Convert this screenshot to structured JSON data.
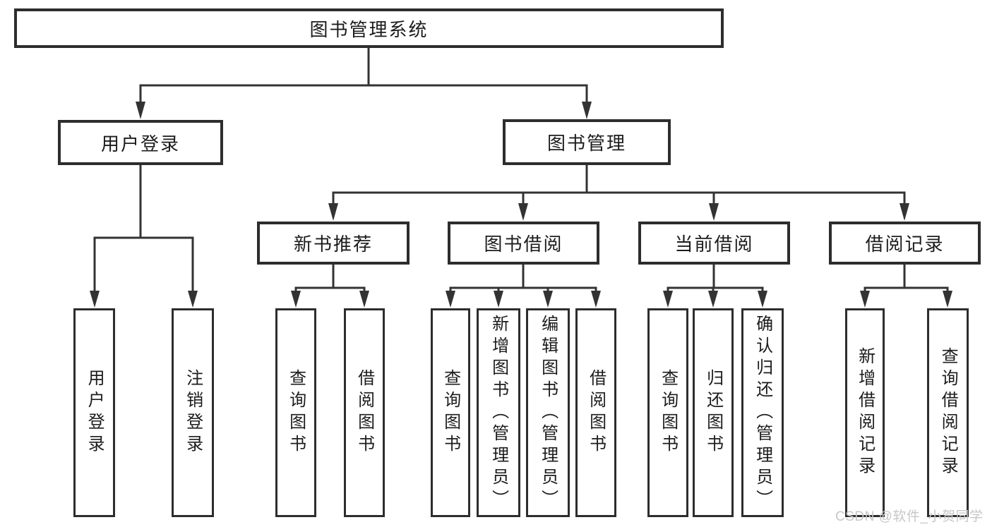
{
  "diagram": {
    "tree": {
      "label": "图书管理系统",
      "children": [
        {
          "label": "用户登录",
          "children": [
            {
              "label": "用户登录"
            },
            {
              "label": "注销登录"
            }
          ]
        },
        {
          "label": "图书管理",
          "children": [
            {
              "label": "新书推荐",
              "children": [
                {
                  "label": "查询图书"
                },
                {
                  "label": "借阅图书"
                }
              ]
            },
            {
              "label": "图书借阅",
              "children": [
                {
                  "label": "查询图书"
                },
                {
                  "label": "新增图书（管理员）"
                },
                {
                  "label": "编辑图书（管理员）"
                },
                {
                  "label": "借阅图书"
                }
              ]
            },
            {
              "label": "当前借阅",
              "children": [
                {
                  "label": "查询图书"
                },
                {
                  "label": "归还图书"
                },
                {
                  "label": "确认归还（管理员）"
                }
              ]
            },
            {
              "label": "借阅记录",
              "children": [
                {
                  "label": "新增借阅记录"
                },
                {
                  "label": "查询借阅记录"
                }
              ]
            }
          ]
        }
      ]
    },
    "colors": {
      "line": "#333333",
      "box_border": "#2d2d2d",
      "box_fill": "#ffffff",
      "text": "#1c1c1c",
      "watermark": "#c7c7c9"
    },
    "watermark": {
      "text": "CSDN @软件_小贺同学"
    }
  }
}
